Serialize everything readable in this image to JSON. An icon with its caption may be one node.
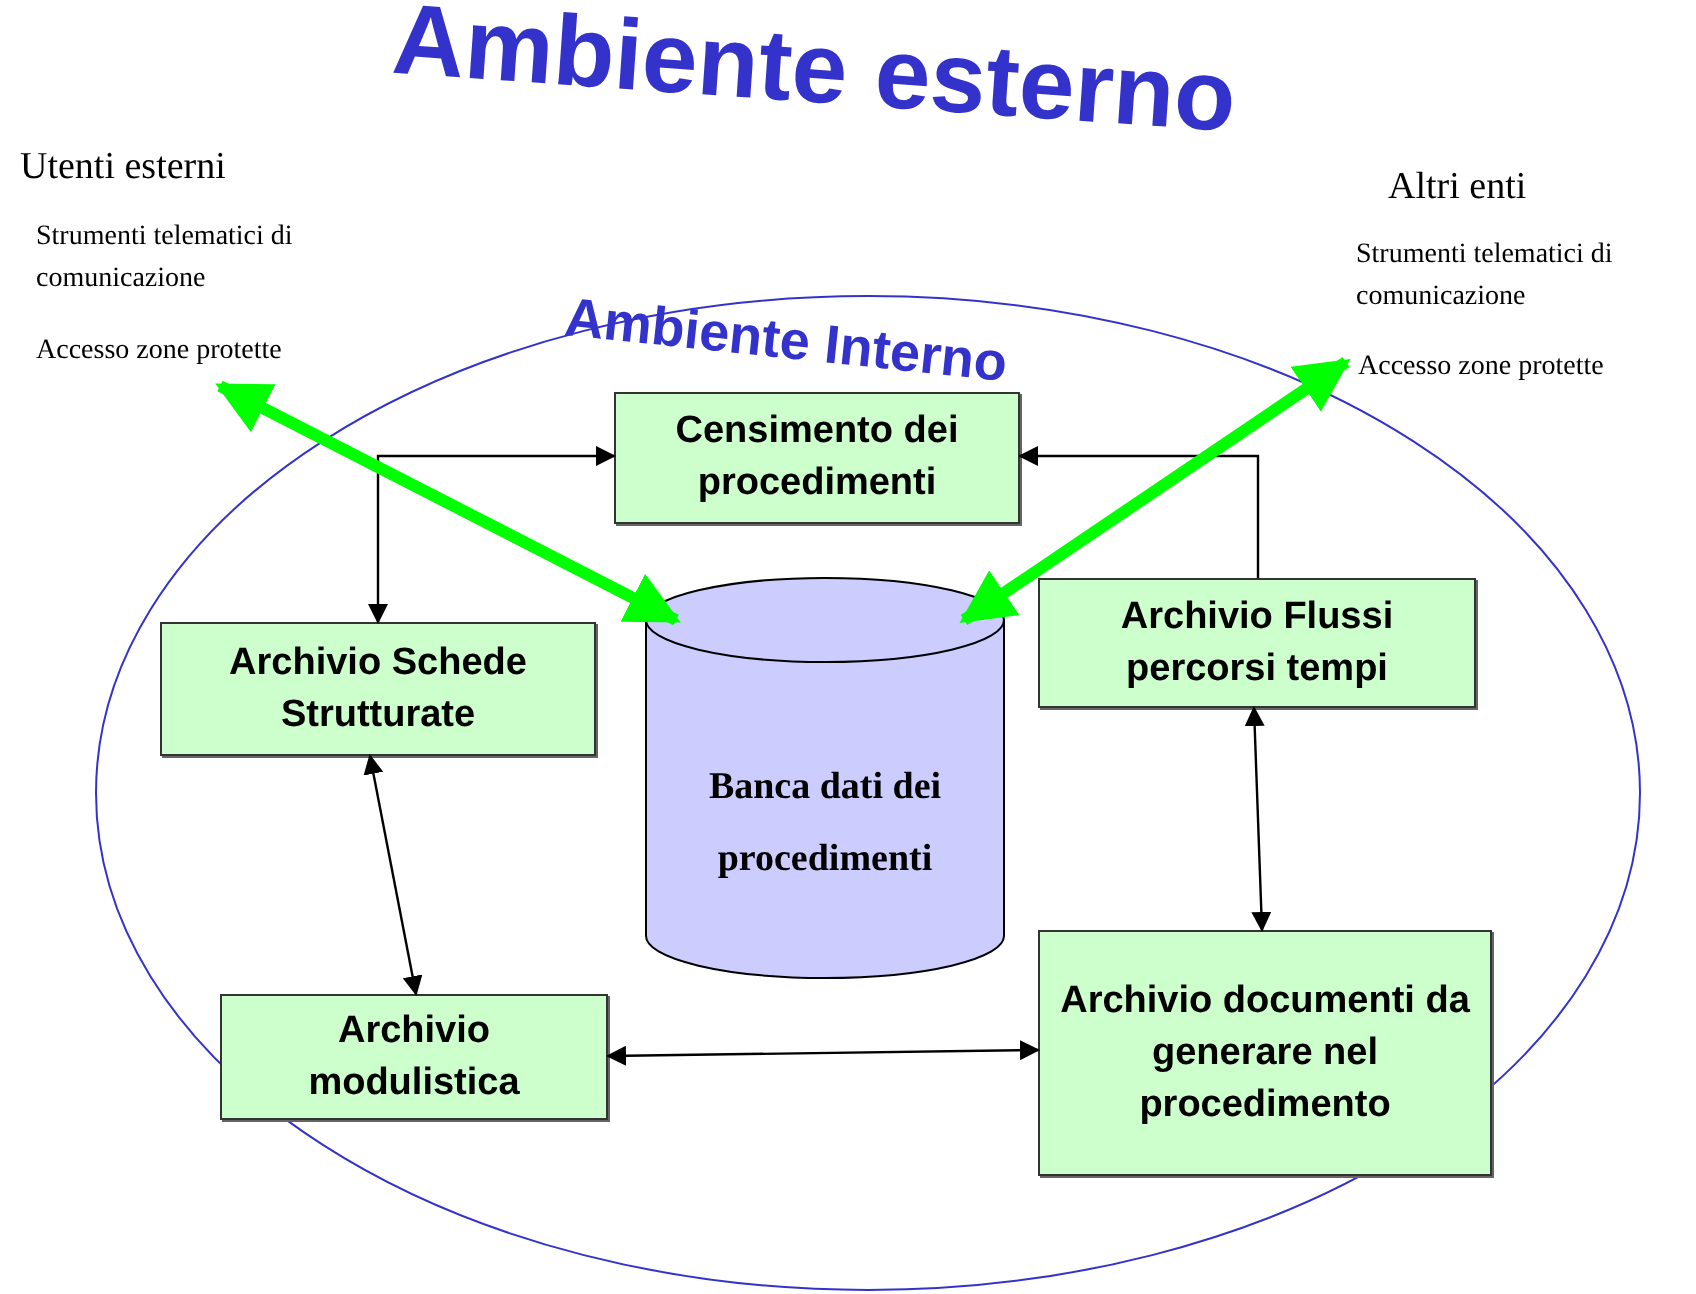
{
  "diagram": {
    "title": "Ambiente esterno",
    "nodes": [
      {
        "text": [
          "Ambiente Interno"
        ]
      },
      {
        "text": [
          "Censimento dei procedimenti"
        ],
        "in": 0
      },
      {
        "text": [
          "Archivio Schede Strutturate"
        ],
        "in": 0
      },
      {
        "text": [
          "Banca dati dei procedimenti"
        ],
        "in": 0
      },
      {
        "text": [
          "Archivio Flussi percorsi tempi"
        ],
        "in": 0
      },
      {
        "text": [
          "Archivio modulistica"
        ],
        "in": 0
      },
      {
        "text": [
          "Archivio documenti da generare nel procedimento"
        ],
        "in": 0
      },
      {
        "text": [
          "Accesso zone protette"
        ]
      },
      {
        "text": [
          "Accesso zone protette"
        ]
      }
    ],
    "edges": [
      {
        "from": 2,
        "to": 1,
        "arrow": "both"
      },
      {
        "from": 4,
        "to": 1,
        "arrow": "to"
      },
      {
        "from": 2,
        "to": 5,
        "arrow": "both"
      },
      {
        "from": 4,
        "to": 6,
        "arrow": "both"
      },
      {
        "from": 5,
        "to": 6,
        "arrow": "both"
      },
      {
        "from": 7,
        "to": 3,
        "arrow": "both",
        "style": "thick",
        "color": "#00ff00"
      },
      {
        "from": 8,
        "to": 3,
        "arrow": "both",
        "style": "thick",
        "color": "#00ff00"
      }
    ],
    "labels": [
      "Utenti esterni",
      "Strumenti telematici di comunicazione",
      "Altri enti",
      "Strumenti telematici di comunicazione"
    ]
  }
}
